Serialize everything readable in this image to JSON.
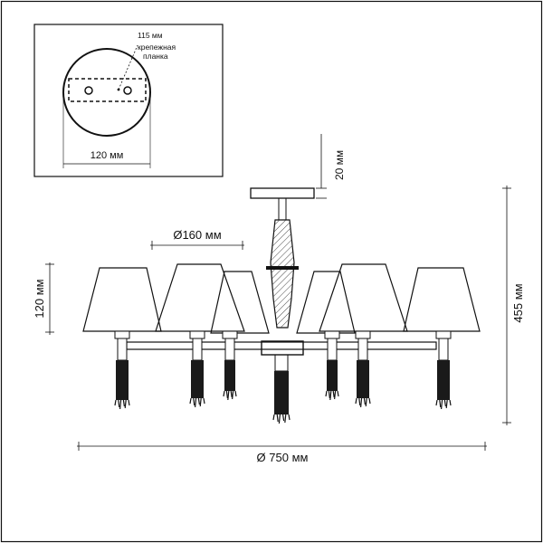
{
  "inset": {
    "width_label": "115 мм",
    "plate_label_line1": "крепежная",
    "plate_label_line2": "планка",
    "diameter_label": "120 мм"
  },
  "dimensions": {
    "canopy_height": "20 мм",
    "shade_diameter": "Ø160 мм",
    "shade_height": "120 мм",
    "total_height": "455 мм",
    "total_diameter": "Ø 750 мм"
  },
  "colors": {
    "line": "#111111",
    "shade_fill": "#ffffff",
    "crystal": "#1a1a1a"
  }
}
